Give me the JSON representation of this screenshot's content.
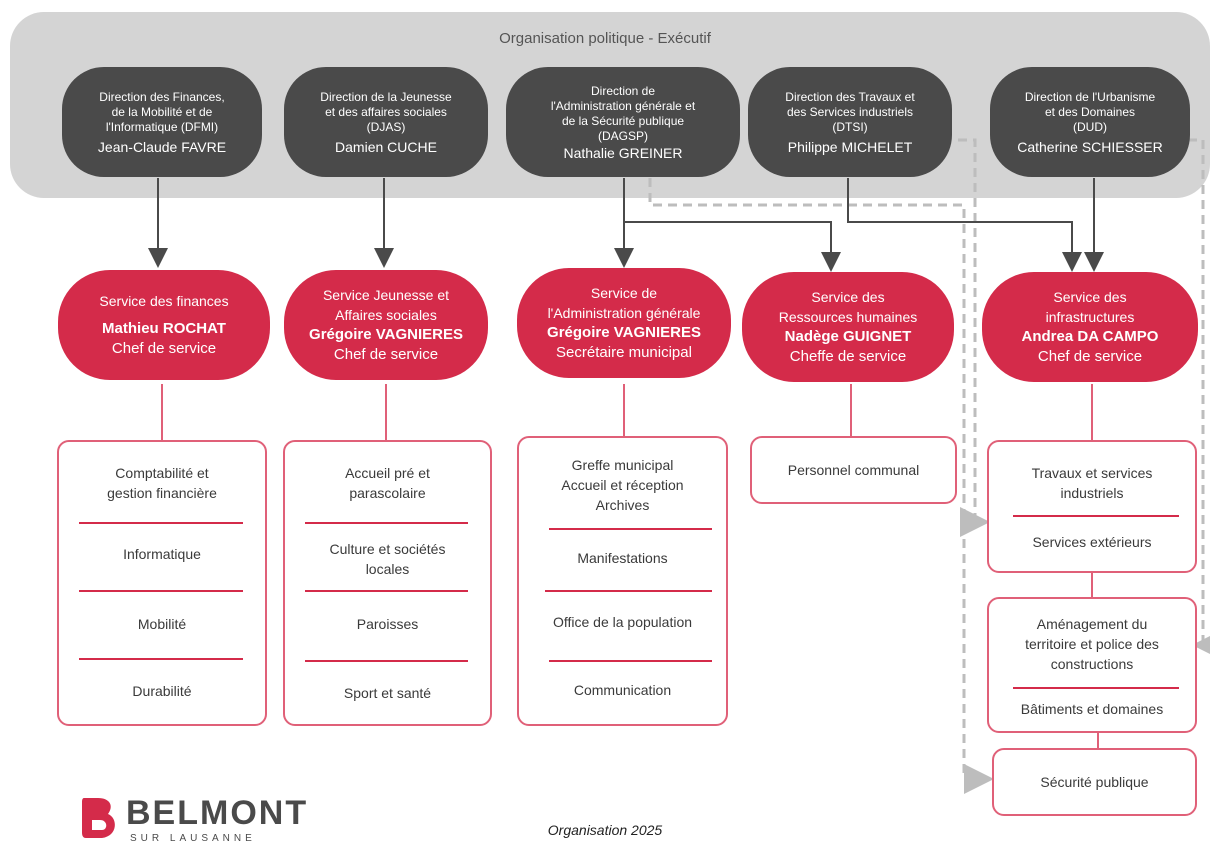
{
  "band_title": "Organisation politique - Exécutif",
  "directions": [
    {
      "title": [
        "Direction des Finances,",
        "de la Mobilité et de",
        "l'Informatique (DFMI)"
      ],
      "person": "Jean-Claude FAVRE"
    },
    {
      "title": [
        "Direction de la Jeunesse",
        "et des affaires sociales",
        "(DJAS)"
      ],
      "person": "Damien CUCHE"
    },
    {
      "title": [
        "Direction de",
        "l'Administration générale et",
        "de la Sécurité publique",
        "(DAGSP)"
      ],
      "person": "Nathalie GREINER"
    },
    {
      "title": [
        "Direction des Travaux et",
        "des Services industriels",
        "(DTSI)"
      ],
      "person": "Philippe MICHELET"
    },
    {
      "title": [
        "Direction de l'Urbanisme",
        "et des Domaines",
        "(DUD)"
      ],
      "person": "Catherine SCHIESSER"
    }
  ],
  "services": [
    {
      "head": [
        "Service des finances"
      ],
      "name": "Mathieu ROCHAT",
      "role": "Chef de service"
    },
    {
      "head": [
        "Service Jeunesse et",
        "Affaires sociales"
      ],
      "name": "Grégoire VAGNIERES",
      "role": "Chef de service"
    },
    {
      "head": [
        "Service de",
        "l'Administration générale"
      ],
      "name": "Grégoire VAGNIERES",
      "role": "Secrétaire municipal"
    },
    {
      "head": [
        "Service des",
        "Ressources humaines"
      ],
      "name": "Nadège GUIGNET",
      "role": "Cheffe de service"
    },
    {
      "head": [
        "Service des",
        "infrastructures"
      ],
      "name": "Andrea DA CAMPO",
      "role": "Chef de service"
    }
  ],
  "units": {
    "finances": [
      "Comptabilité et\ngestion financière",
      "Informatique",
      "Mobilité",
      "Durabilité"
    ],
    "jeunesse": [
      "Accueil pré et\nparascolaire",
      "Culture et sociétés\nlocales",
      "Paroisses",
      "Sport et santé"
    ],
    "administration": [
      "Greffe municipal\nAccueil et réception\nArchives",
      "Manifestations",
      "Office de la population",
      "Communication"
    ],
    "rh": [
      "Personnel communal"
    ],
    "infra_a": [
      "Travaux et services\nindustriels",
      "Services extérieurs"
    ],
    "infra_b": [
      "Aménagement du\nterritoire et police des\nconstructions",
      "Bâtiments et domaines"
    ],
    "infra_c": [
      "Sécurité publique"
    ]
  },
  "logo": {
    "word": "BELMONT",
    "sub": "SUR LAUSANNE"
  },
  "footer": "Organisation 2025",
  "colors": {
    "band": "#d4d4d4",
    "direction": "#4a4a4a",
    "service": "#d42b4a",
    "unit_border": "#e06078",
    "arrow": "#4a4a4a",
    "dashed": "#bdbdbd"
  }
}
